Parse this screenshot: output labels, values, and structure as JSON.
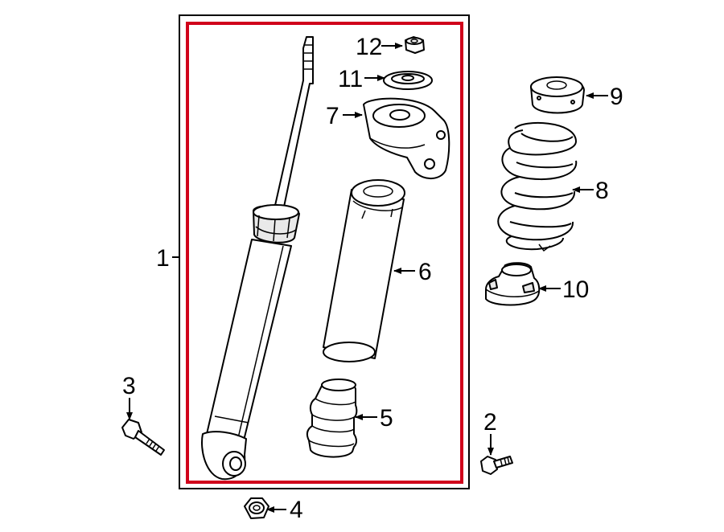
{
  "diagram": {
    "callouts": [
      {
        "id": "1",
        "label": "1"
      },
      {
        "id": "2",
        "label": "2"
      },
      {
        "id": "3",
        "label": "3"
      },
      {
        "id": "4",
        "label": "4"
      },
      {
        "id": "5",
        "label": "5"
      },
      {
        "id": "6",
        "label": "6"
      },
      {
        "id": "7",
        "label": "7"
      },
      {
        "id": "8",
        "label": "8"
      },
      {
        "id": "9",
        "label": "9"
      },
      {
        "id": "10",
        "label": "10"
      },
      {
        "id": "11",
        "label": "11"
      },
      {
        "id": "12",
        "label": "12"
      }
    ],
    "colors": {
      "assembly_frame": "#000000",
      "highlight_frame": "#d0021b",
      "part_shade": "#e9e9e9",
      "line": "#000000",
      "background": "#ffffff"
    }
  }
}
